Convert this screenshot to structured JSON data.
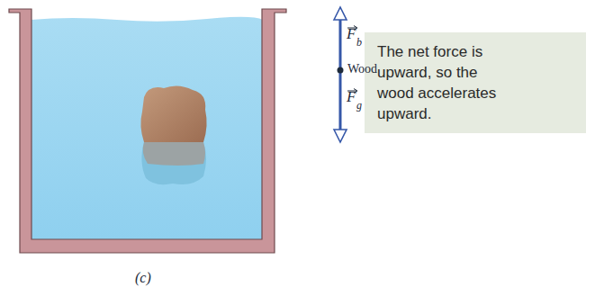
{
  "diagram": {
    "caption": "(c)",
    "nodes": [
      {
        "text": [
          "The net force is upward, so the wood accelerates upward."
        ]
      }
    ],
    "labels": [
      "F",
      "b",
      "Wood",
      "F",
      "g"
    ]
  }
}
